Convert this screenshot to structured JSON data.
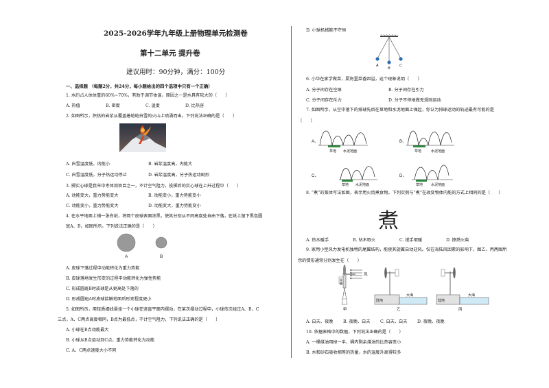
{
  "header": {
    "title": "2025-2026学年九年级上册物理单元检测卷",
    "unit": "第十二单元  提升卷",
    "time_score": "建议用时：90分钟，满分：100分"
  },
  "section1": {
    "heading": "一、选择题 （每题2分，共24分，每小题给出的四个选项中只有一个正确）"
  },
  "q1": {
    "stem": "1. 水约占人体体重的60%~70%，有助于调节体温，原因之一是水具有较大的（　　）",
    "options": [
      "A. 热值",
      "B. 密度",
      "C. 温度",
      "D. 比热容"
    ]
  },
  "q2": {
    "stem": "2. 如图所示，炽热的岩浆从覆盖着皑皑白雪的火山上喷涌而出。下列说法正确的是（　　）",
    "options": [
      "A. 白雪温度低，内能小",
      "B. 岩浆温度高，内能大",
      "C. 白雪温度低，分子热运动停止",
      "D. 岩浆温度高，分子热运动剧烈"
    ]
  },
  "q3": {
    "stem": "3. 掷实心球是我市中考体测项目之一，不计空气阻力，投掷后的实心球在上升过程中（　　）",
    "options": [
      "A. 动能变大，重力势能变大",
      "B. 动能变小，重力势能变小",
      "C. 动能变小，重力势能变大",
      "D. 动能变大，重力势能变小"
    ]
  },
  "q4": {
    "stem1": "4. 在水平地面上铺一张白纸，将两个皮球表面涂黑，使其分别从不同高度处自由下落，在纸上留下黑色圆",
    "stem2": "斑A、B，如图所示。下列说法正确的是（　　）",
    "label_a": "A",
    "label_b": "B",
    "options": [
      "A. 皮球下落过程中动能转化为重力势能",
      "B. 皮球落地发生形变的过程中动能转化为弹性势能",
      "C. 形成圆斑B时皮球是从更高处下落的",
      "D. 形成圆斑A时皮球接触地面后形变程度更小"
    ]
  },
  "q5": {
    "stem1": "5. 如图所示，用轻质细线悬挂一个小球在竖直平面内摆动，在某次摆动过程中，小球依次经过A、B、C",
    "stem2": "三点，A、C两点高度相同，B点为最低点，不计空气阻力，下列说法正确的是（　　）",
    "options": [
      "A. 小球在B点动能最大",
      "B. 小球从B点运动到C点，重力势能转化为动能",
      "C. A、C两点速度大小不同",
      "D. 小球机械能不守恒"
    ],
    "labels": [
      "A",
      "B",
      "C"
    ]
  },
  "q6": {
    "stem": "6. 小华在家学做菜，厨房里菜香四溢，这个现象说明（　　）",
    "options": [
      "A. 分子间存在空隙",
      "B. 分子间存在引力",
      "C. 分子间存在斥力",
      "D. 分子不停地做无规则运动"
    ]
  },
  "q7": {
    "stem1": "7. 如图所示，从空中落下的排球先后在草地和水泥地面上弹起，你认为排球运动的轨迹最有可能的是",
    "stem2": "（　　）",
    "labels": [
      "A、",
      "B、",
      "C、",
      "D、"
    ],
    "grass": "草地",
    "cement": "水泥地面"
  },
  "q8": {
    "stem": "8. “煮”的篆体写法如图，表示用火烧煮食物。下列实例与“煮”在改变物体内能的方式上相同的是（　　）",
    "glyph": "煮",
    "options": [
      "A. 热水暖手",
      "B. 钻木取火",
      "C. 搓手取暖",
      "D. 擦燃火柴"
    ]
  },
  "q9": {
    "stem1": "9. 家用小型风力发电机独特的尾翼结构，能使其旋翼自动迎风。仅在海陆风因素的影响下，图乙、丙两图所",
    "stem2": "示的情形通常分别发生在（　　）",
    "wind": "风",
    "wing": "翼",
    "tail": "尾",
    "land": "陆地",
    "sea": "大海",
    "fig_labels": [
      "甲",
      "乙",
      "丙"
    ],
    "options": [
      "A. 白天、夜晚",
      "B. 夜晚、白天",
      "C. 白天、白天",
      "D. 夜晚、夜晚"
    ]
  },
  "q10": {
    "stem": "10. 依据表格中的数据，下列说法正确的是（　　）",
    "options": [
      "A. 一桶煤油用掉一半，桶内剩余煤油的比热容变小",
      "B. 水和砂石吸收相等的热量，水的温度升高得较多"
    ]
  }
}
